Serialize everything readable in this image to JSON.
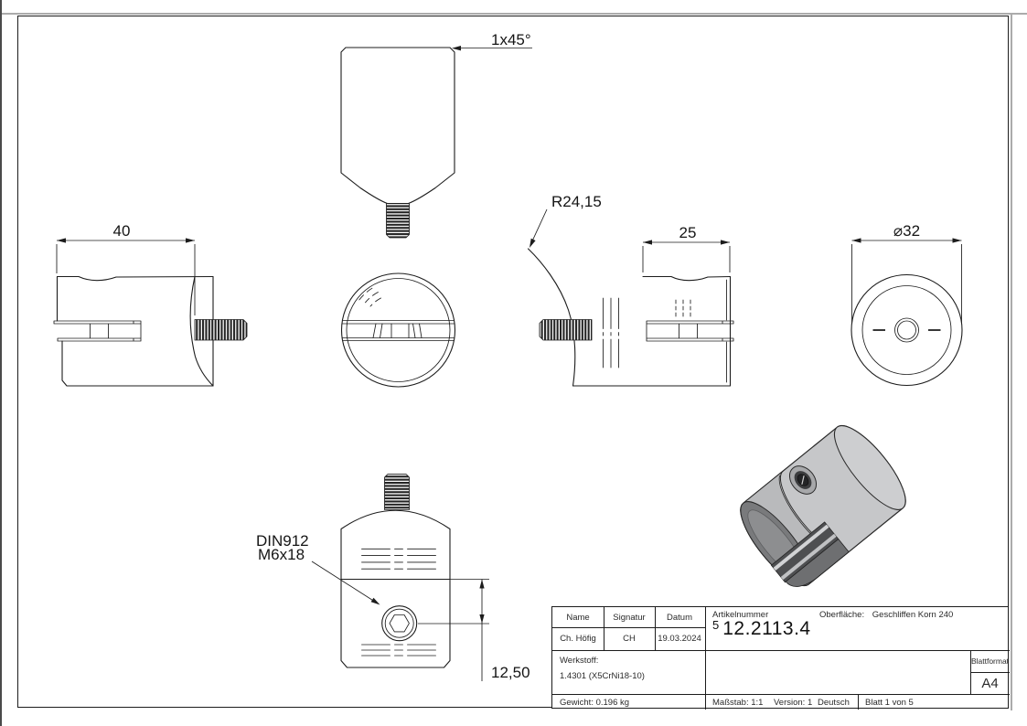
{
  "sheet": {
    "background": "#ffffff",
    "frame_color": "#1c1c1c",
    "render_body_color": "#c6c7c9",
    "render_dark_color": "#6e6f71"
  },
  "dimensions": {
    "chamfer": "1x45°",
    "radius": "R24,15",
    "length_40": "40",
    "length_25": "25",
    "diameter": "⌀32",
    "offset": "12,50",
    "screw_line1": "DIN912",
    "screw_line2": "M6x18"
  },
  "title_block": {
    "headers": {
      "name": "Name",
      "signature": "Signatur",
      "date": "Datum"
    },
    "values": {
      "name": "Ch. Höfig",
      "signature": "CH",
      "date": "19.03.2024"
    },
    "article_label": "Artikelnummer",
    "article_index": "5",
    "article_number": "12.2113.4",
    "surface_label": "Oberfläche:",
    "surface_value": "Geschliffen Korn 240",
    "material_label": "Werkstoff:",
    "material_value": "1.4301 (X5CrNi18-10)",
    "weight": "Gewicht: 0.196 kg",
    "scale": "Maßstab: 1:1",
    "version": "Version: 1",
    "language": "Deutsch",
    "sheet_number": "Blatt 1 von 5",
    "format_label": "Blattformat",
    "format_value": "A4"
  }
}
